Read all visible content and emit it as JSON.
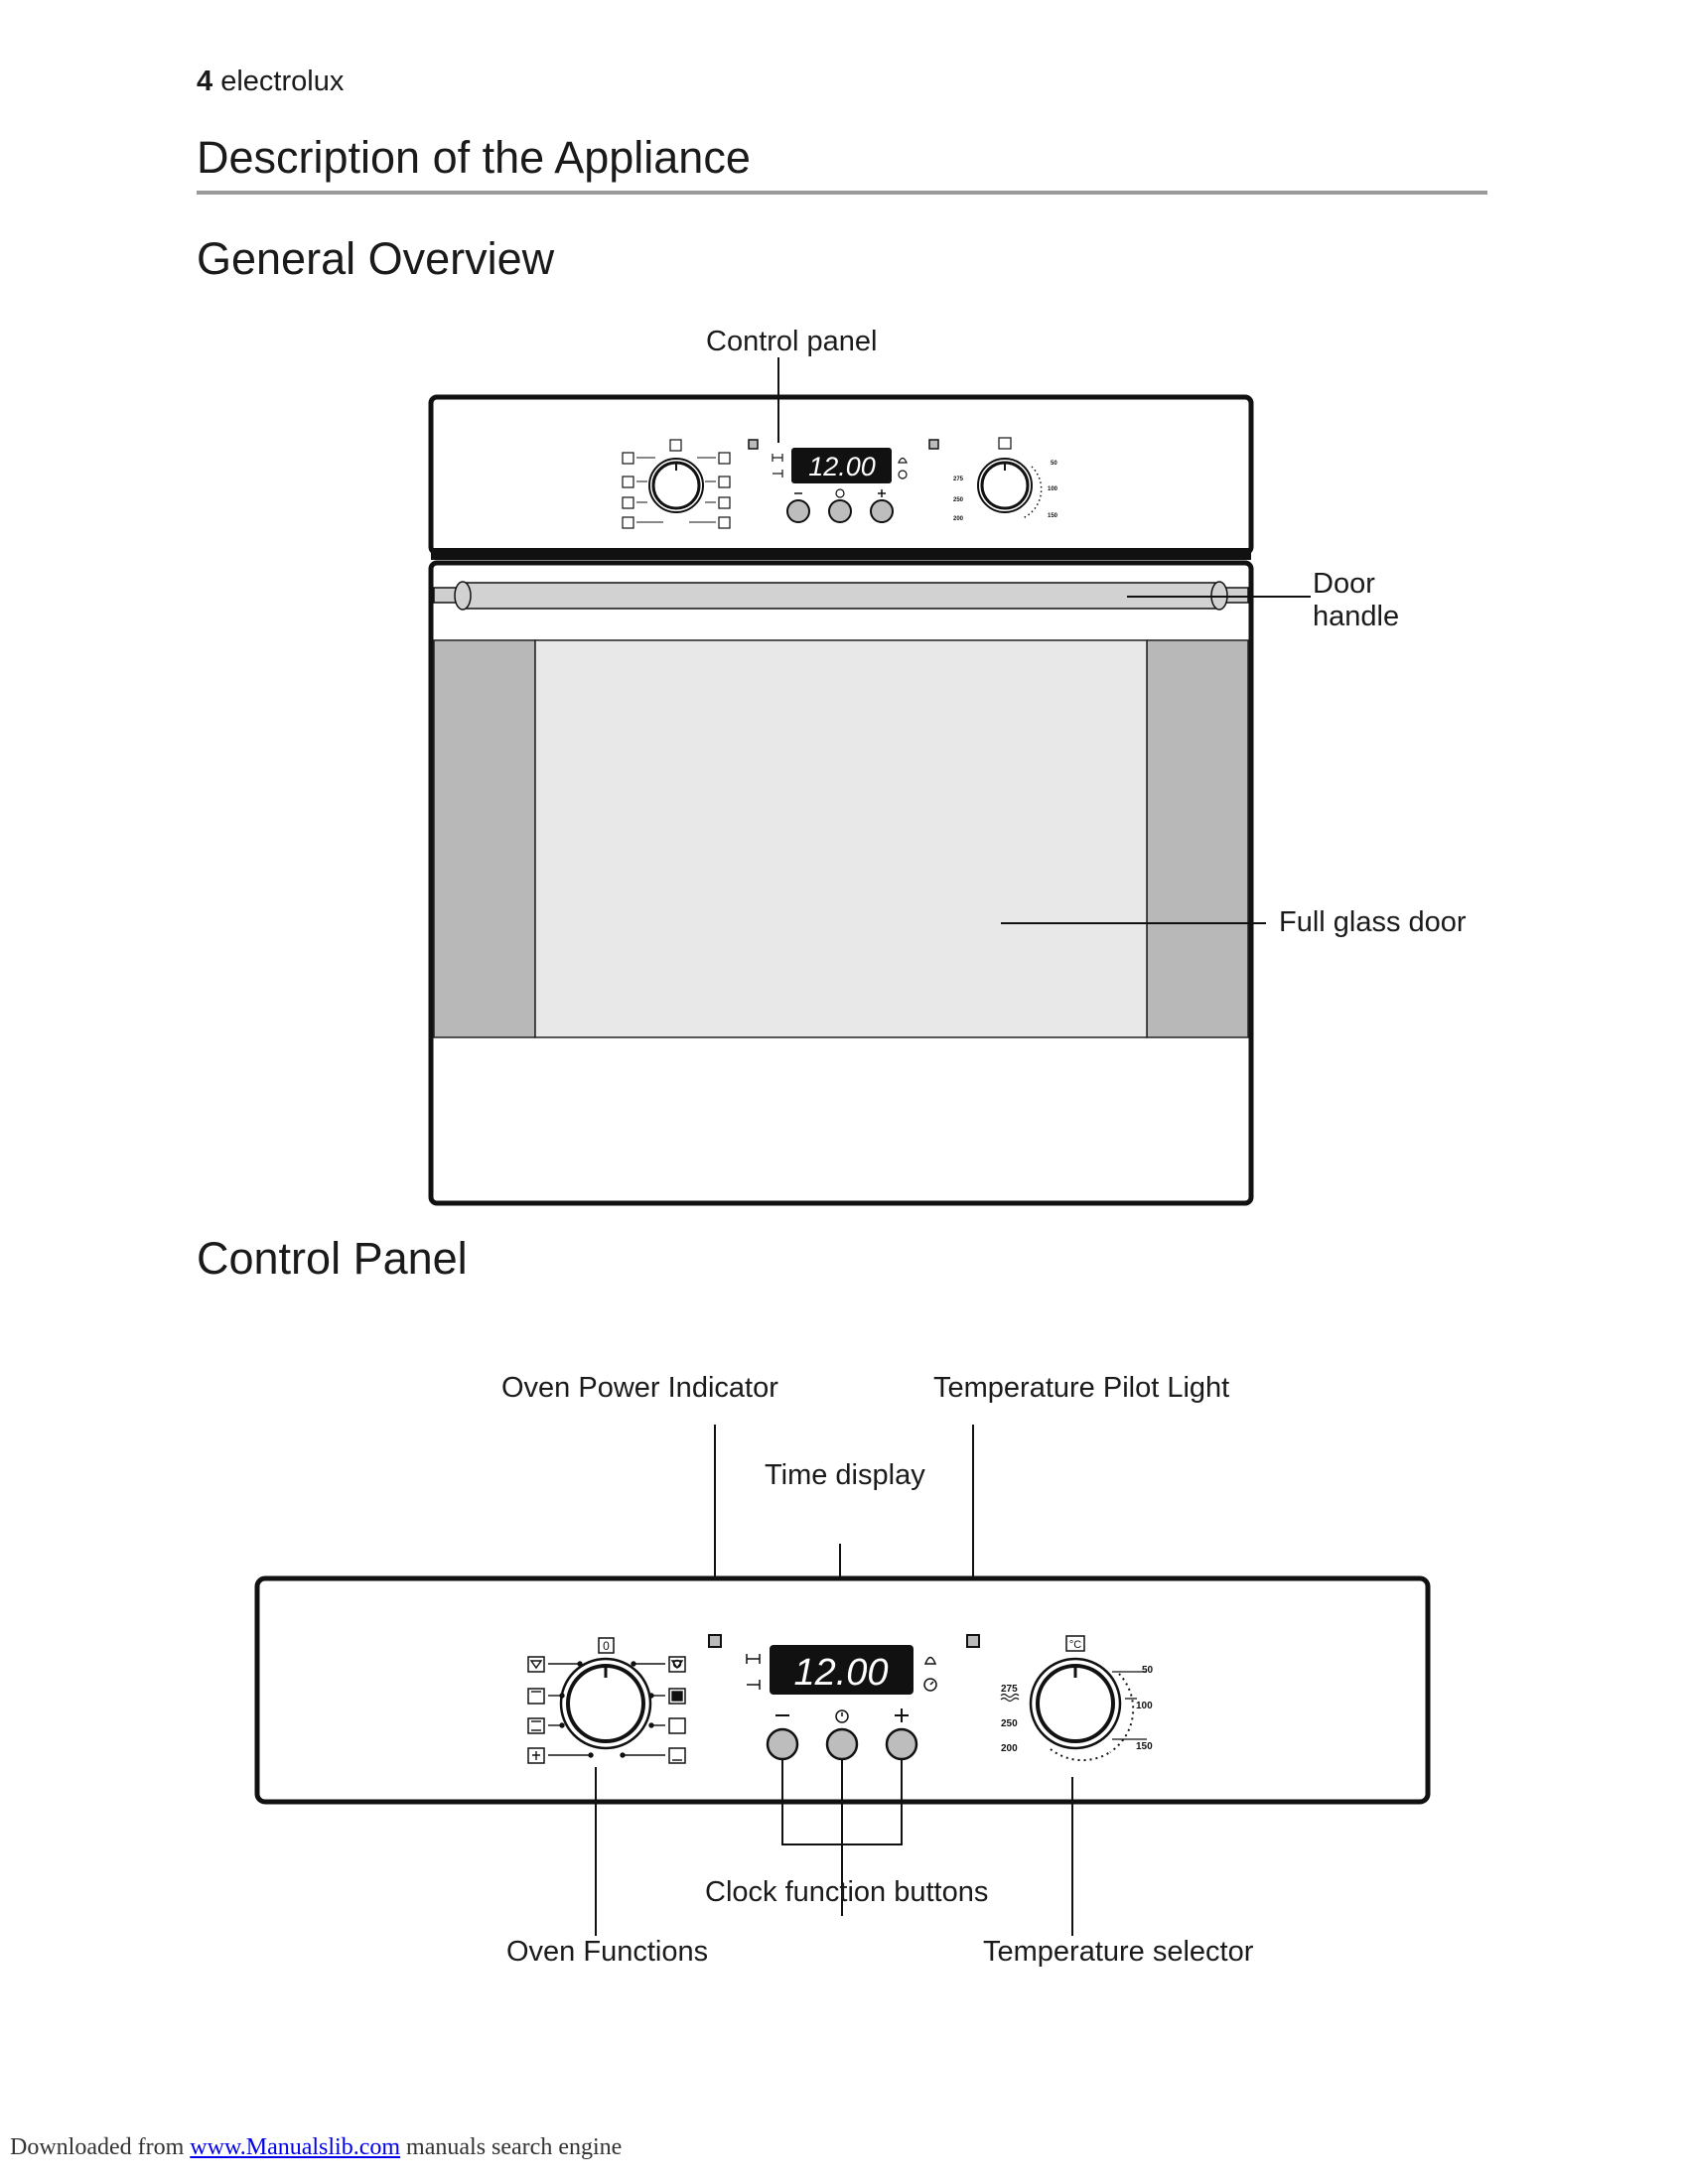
{
  "header": {
    "page_number": "4",
    "brand": "electrolux"
  },
  "titles": {
    "main": "Description of the Appliance",
    "general_overview": "General Overview",
    "control_panel": "Control Panel"
  },
  "overview_labels": {
    "control_panel": "Control panel",
    "door_handle_line1": "Door",
    "door_handle_line2": "handle",
    "full_glass_door": "Full glass door"
  },
  "panel_labels": {
    "oven_power_indicator": "Oven Power Indicator",
    "temperature_pilot_light": "Temperature Pilot Light",
    "time_display": "Time display",
    "clock_function_buttons": "Clock function buttons",
    "oven_functions": "Oven Functions",
    "temperature_selector": "Temperature selector"
  },
  "display": {
    "time": "12.00"
  },
  "clock_buttons": [
    "–",
    "⏲",
    "+"
  ],
  "function_knob": {
    "zero_label": "0"
  },
  "temp_knob": {
    "unit_label": "°C",
    "scale": [
      "275",
      "250",
      "200",
      "150",
      "100",
      "50"
    ]
  },
  "colors": {
    "glass": "#e8e8e8",
    "door_side": "#b8b8b8",
    "handle": "#cfcfcf",
    "rule": "#9a9a9a"
  },
  "footer": {
    "prefix": "Downloaded from ",
    "link": "www.Manualslib.com",
    "suffix": " manuals search engine"
  }
}
